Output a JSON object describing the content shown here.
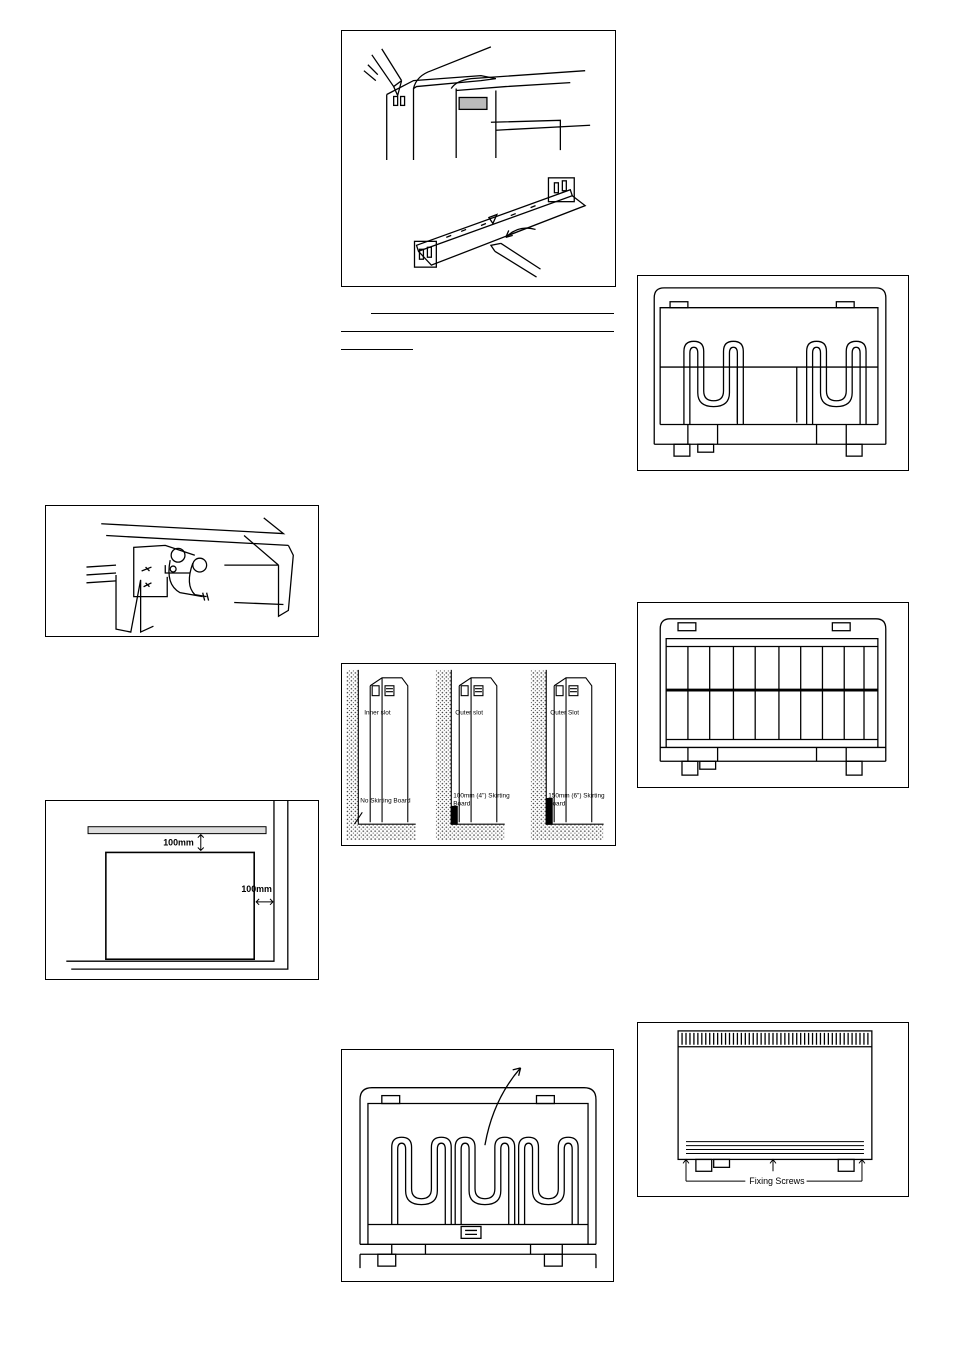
{
  "figures": {
    "clearance": {
      "top_gap": "100mm",
      "side_gap": "100mm"
    },
    "skirting": {
      "panel1": {
        "slot": "Inner slot",
        "board": "No Skirting Board"
      },
      "panel2": {
        "slot": "Outer slot",
        "board_line1": "100mm (4\") Skirting",
        "board_line2": "Board"
      },
      "panel3": {
        "slot": "Outer Slot",
        "board_line1": "150mm (6\") Skirting",
        "board_line2": "Board"
      }
    },
    "front_view": {
      "caption": "Fixing Screws"
    }
  }
}
